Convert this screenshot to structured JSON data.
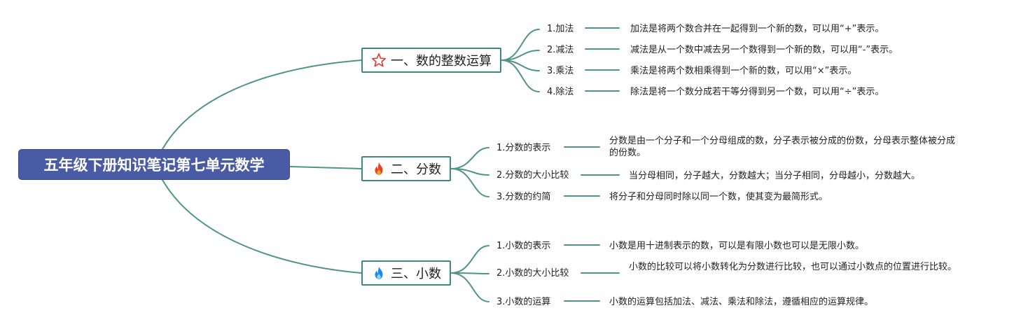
{
  "root": {
    "title": "五年级下册知识笔记第七单元数学"
  },
  "sections": [
    {
      "title": "一、数的整数运算",
      "icon": "star-icon",
      "items": [
        {
          "label": "1.加法",
          "desc": "加法是将两个数合并在一起得到一个新的数，可以用“+”表示。"
        },
        {
          "label": "2.减法",
          "desc": "减法是从一个数中减去另一个数得到一个新的数，可以用“-”表示。"
        },
        {
          "label": "3.乘法",
          "desc": "乘法是将两个数相乘得到一个新的数，可以用“×”表示。"
        },
        {
          "label": "4.除法",
          "desc": "除法是将一个数分成若干等分得到另一个数，可以用“÷”表示。"
        }
      ]
    },
    {
      "title": "二、分数",
      "icon": "fire-icon",
      "items": [
        {
          "label": "1.分数的表示",
          "desc": "分数是由一个分子和一个分母组成的数，分子表示被分成的份数，分母表示整体被分成的份数。"
        },
        {
          "label": "2.分数的大小比较",
          "desc": "当分母相同，分子越大，分数越大；当分子相同，分母越小，分数越大。"
        },
        {
          "label": "3.分数的约简",
          "desc": "将分子和分母同时除以同一个数，使其变为最简形式。"
        }
      ]
    },
    {
      "title": "三、小数",
      "icon": "blue-flame-icon",
      "items": [
        {
          "label": "1.小数的表示",
          "desc": "小数是用十进制表示的数，可以是有限小数也可以是无限小数。"
        },
        {
          "label": "2.小数的大小比较",
          "desc": "小数的比较可以将小数转化为分数进行比较，也可以通过小数点的位置进行比较。"
        },
        {
          "label": "3.小数的运算",
          "desc": "小数的运算包括加法、减法、乘法和除法，遵循相应的运算规律。"
        }
      ]
    }
  ],
  "colors": {
    "connector": "#4f9484",
    "root_fill": "#4a5ba6",
    "section_border": "#3e8a80"
  }
}
